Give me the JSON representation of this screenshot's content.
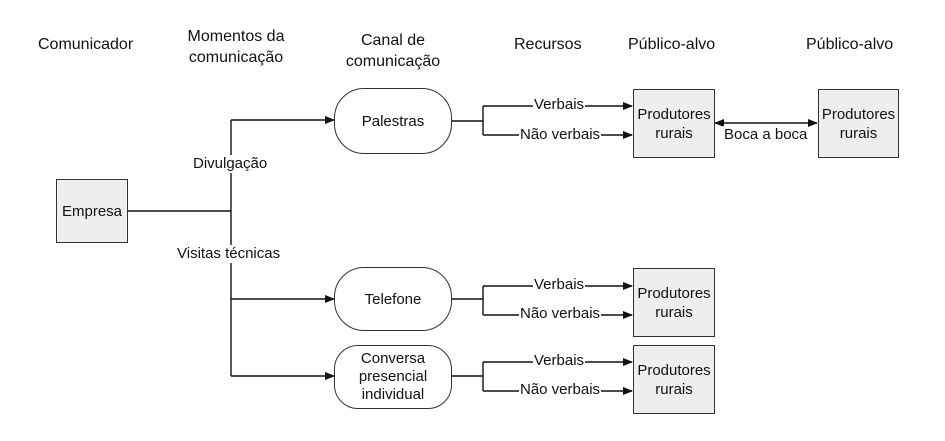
{
  "headers": {
    "comunicador": "Comunicador",
    "momentos": [
      "Momentos da",
      "comunicação"
    ],
    "canal": [
      "Canal de",
      "comunicação"
    ],
    "recursos": "Recursos",
    "publico1": "Público-alvo",
    "publico2": "Público-alvo"
  },
  "nodes": {
    "empresa": "Empresa",
    "palestras": "Palestras",
    "telefone": "Telefone",
    "conversa": [
      "Conversa",
      "presencial",
      "individual"
    ],
    "produtores": [
      "Produtores",
      "rurais"
    ]
  },
  "labels": {
    "divulgacao": "Divulgação",
    "visitas": "Visitas técnicas",
    "verbais": "Verbais",
    "nao_verbais": "Não verbais",
    "boca_a_boca": "Boca a boca"
  }
}
